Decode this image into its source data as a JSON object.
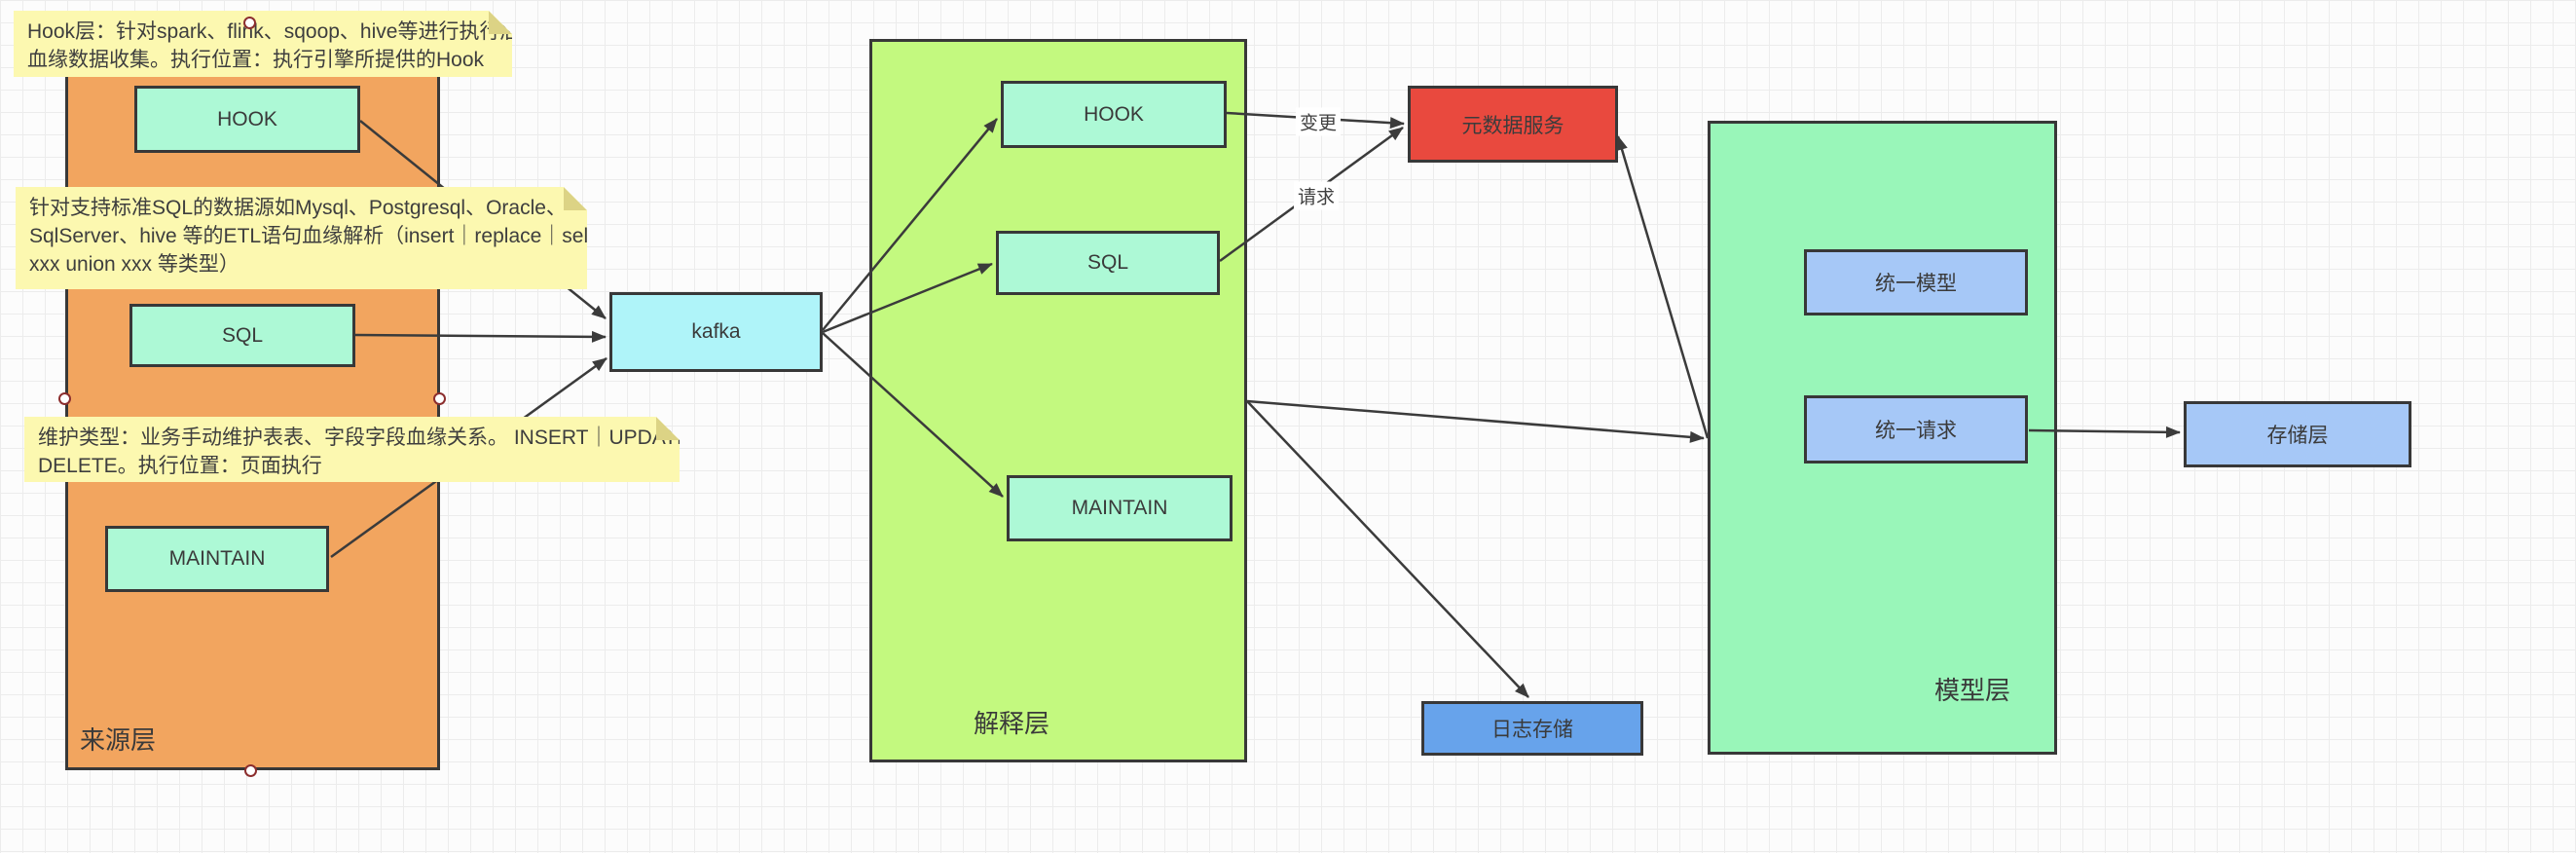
{
  "diagram": {
    "containers": {
      "source": {
        "label": "来源层"
      },
      "interpret": {
        "label": "解释层"
      },
      "model": {
        "label": "模型层"
      }
    },
    "nodes": {
      "hook_src": {
        "label": "HOOK"
      },
      "sql_src": {
        "label": "SQL"
      },
      "maintain_src": {
        "label": "MAINTAIN"
      },
      "kafka": {
        "label": "kafka"
      },
      "hook_int": {
        "label": "HOOK"
      },
      "sql_int": {
        "label": "SQL"
      },
      "maintain_int": {
        "label": "MAINTAIN"
      },
      "metadata_service": {
        "label": "元数据服务"
      },
      "unified_model": {
        "label": "统一模型"
      },
      "unified_request": {
        "label": "统一请求"
      },
      "log_storage": {
        "label": "日志存储"
      },
      "storage_layer": {
        "label": "存储层"
      }
    },
    "edge_labels": {
      "change": "变更",
      "request": "请求"
    },
    "notes": [
      {
        "lines": [
          "Hook层：针对spark、flink、sqoop、hive等进行执行后的",
          "血缘数据收集。执行位置：执行引擎所提供的Hook"
        ]
      },
      {
        "lines": [
          "针对支持标准SQL的数据源如Mysql、Postgresql、Oracle、",
          "SqlServer、hive 等的ETL语句血缘解析（insert｜replace｜select｜",
          "xxx union xxx  等类型）"
        ]
      },
      {
        "lines": [
          "维护类型：业务手动维护表表、字段字段血缘关系。 INSERT｜UPDATE ｜",
          "DELETE。执行位置：页面执行"
        ]
      }
    ],
    "colors": {
      "source_fill": "#F2A55F",
      "interpret_fill": "#C3F97F",
      "model_fill": "#99F6B9",
      "mint_box_fill": "#ADF9D6",
      "kafka_fill": "#AFF4F9",
      "light_blue_fill": "#A6C8F7",
      "log_blue_fill": "#67A3EB",
      "red_fill": "#E9493E",
      "note_fill": "#FCF8B0",
      "stroke": "#3B3B3B"
    }
  }
}
